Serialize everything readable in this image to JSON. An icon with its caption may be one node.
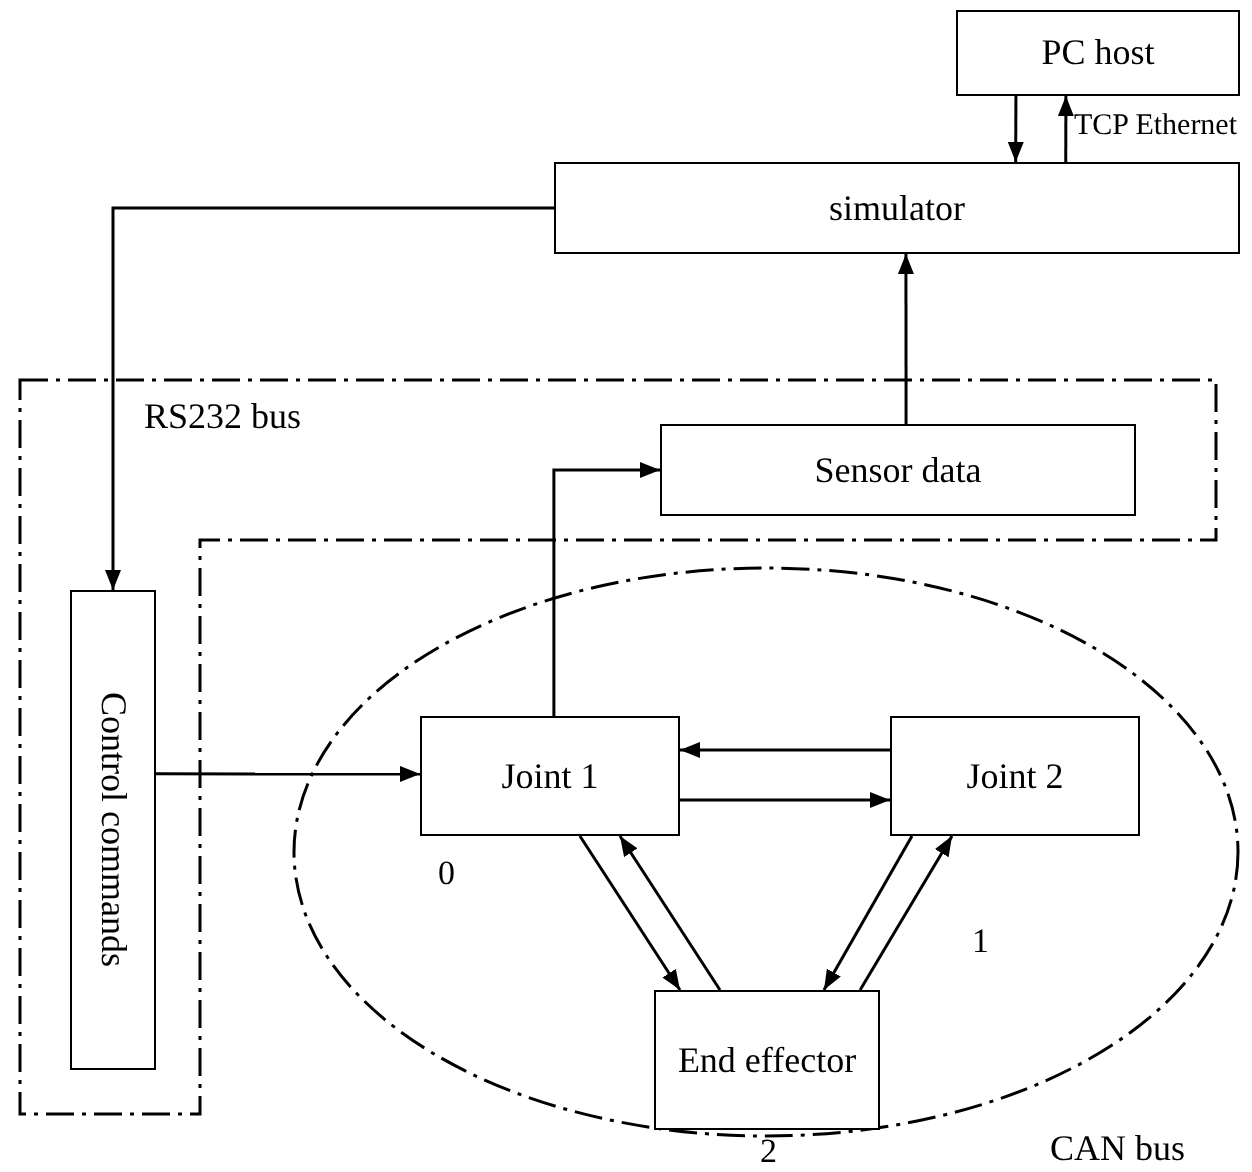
{
  "diagram": {
    "nodes": [
      {
        "text": [
          "PC host"
        ]
      },
      {
        "text": [
          "simulator"
        ]
      },
      {
        "text": [
          "RS232 bus"
        ]
      },
      {
        "text": [
          "Sensor data"
        ],
        "in": 2
      },
      {
        "text": [
          "Control commands"
        ],
        "in": 2
      },
      {
        "text": [
          "CAN bus"
        ]
      },
      {
        "text": [
          "Joint 1"
        ],
        "in": 5,
        "beside": [
          "0"
        ]
      },
      {
        "text": [
          "Joint 2"
        ],
        "in": 5,
        "beside": [
          "1"
        ]
      },
      {
        "text": [
          "End effector"
        ],
        "in": 5,
        "beside": [
          "2"
        ]
      }
    ],
    "edges": [
      {
        "from": 0,
        "to": 1,
        "arrow": "to"
      },
      {
        "from": 1,
        "to": 0,
        "arrow": "to",
        "label": "TCP Ethernet"
      },
      {
        "from": 3,
        "to": 1,
        "arrow": "to"
      },
      {
        "from": 1,
        "to": 4,
        "arrow": "to"
      },
      {
        "from": 6,
        "to": 3,
        "arrow": "to"
      },
      {
        "from": 4,
        "to": 6,
        "arrow": "to"
      },
      {
        "from": 7,
        "to": 6,
        "arrow": "to"
      },
      {
        "from": 6,
        "to": 7,
        "arrow": "to"
      },
      {
        "from": 6,
        "to": 8,
        "arrow": "to"
      },
      {
        "from": 8,
        "to": 6,
        "arrow": "to"
      },
      {
        "from": 8,
        "to": 7,
        "arrow": "to"
      },
      {
        "from": 7,
        "to": 8,
        "arrow": "to"
      }
    ]
  }
}
